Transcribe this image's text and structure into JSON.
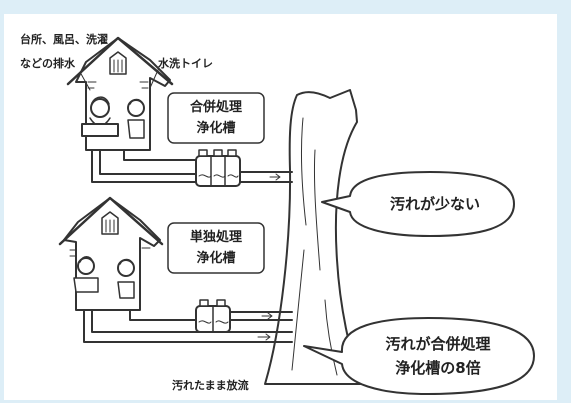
{
  "labels": {
    "kitchen_line1": "台所、風呂、洗濯",
    "kitchen_line2": "などの排水",
    "toilet": "水洗トイレ",
    "combined_tank_line1": "合併処理",
    "combined_tank_line2": "浄化槽",
    "single_tank_line1": "単独処理",
    "single_tank_line2": "浄化槽",
    "untreated": "汚れたまま放流"
  },
  "bubbles": {
    "top": "汚れが少ない",
    "bottom_line1": "汚れが合併処理",
    "bottom_line2": "浄化槽の8倍"
  },
  "colors": {
    "background": "#ddeef7",
    "panel": "#ffffff",
    "ink": "#333333"
  }
}
